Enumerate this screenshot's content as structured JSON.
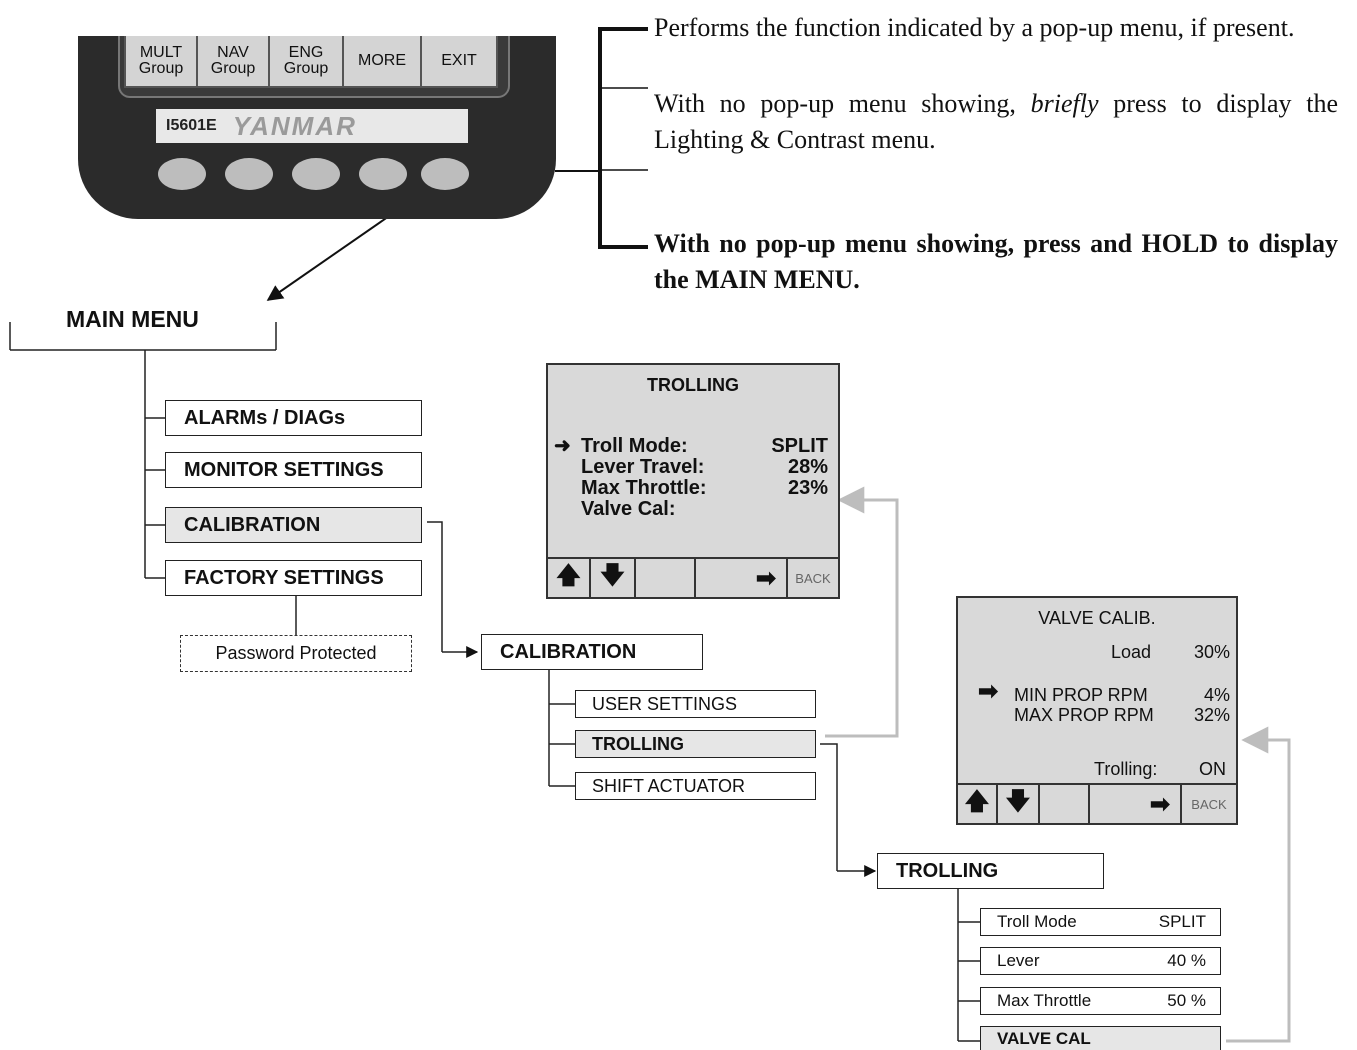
{
  "device": {
    "softkeys": [
      "MULT\nGroup",
      "NAV\nGroup",
      "ENG\nGroup",
      "MORE",
      "EXIT"
    ],
    "model": "I5601E",
    "brand": "YANMAR"
  },
  "callout": {
    "line1": "Performs the function indicated by a pop-up menu, if present.",
    "line2_before": "With no pop-up menu showing, ",
    "line2_emph": "briefly",
    "line2_after": " press to display the Lighting & Contrast menu.",
    "line3": "With no pop-up menu showing, press and HOLD to display the MAIN MENU."
  },
  "main_menu": {
    "title": "MAIN MENU",
    "items": [
      "ALARMs / DIAGs",
      "MONITOR  SETTINGS",
      "CALIBRATION",
      "FACTORY SETTINGS"
    ],
    "password_note": "Password Protected"
  },
  "calibration_menu": {
    "title": "CALIBRATION",
    "items": [
      "USER SETTINGS",
      "TROLLING",
      "SHIFT ACTUATOR"
    ]
  },
  "trolling_menu": {
    "title": "TROLLING",
    "items": [
      {
        "label": "Troll Mode",
        "value": "SPLIT"
      },
      {
        "label": "Lever",
        "value": "40 %"
      },
      {
        "label": "Max Throttle",
        "value": "50 %"
      },
      {
        "label": "VALVE CAL",
        "value": ""
      }
    ]
  },
  "trolling_screen": {
    "title": "TROLLING",
    "pointer": "➜",
    "rows": [
      {
        "label": "Troll Mode:",
        "value": "SPLIT"
      },
      {
        "label": "Lever Travel:",
        "value": "28%"
      },
      {
        "label": "Max Throttle:",
        "value": "23%"
      },
      {
        "label": "Valve Cal:",
        "value": ""
      }
    ],
    "keys": [
      "🡅",
      "🡇",
      "",
      "➡",
      "BACK"
    ]
  },
  "valve_screen": {
    "title": "VALVE CALIB.",
    "load_label": "Load",
    "load_value": "30%",
    "pointer": "➡",
    "min_label": "MIN PROP RPM",
    "min_value": "4%",
    "max_label": "MAX PROP RPM",
    "max_value": "32%",
    "trolling_label": "Trolling:",
    "trolling_value": "ON",
    "keys": [
      "🡅",
      "🡇",
      "",
      "➡",
      "BACK"
    ]
  },
  "colors": {
    "grey_arrow": "#bdbdbd",
    "highlight_fill": "#e6e6e6",
    "screen_fill": "#d9d9d9",
    "device_body": "#2b2b2b"
  }
}
